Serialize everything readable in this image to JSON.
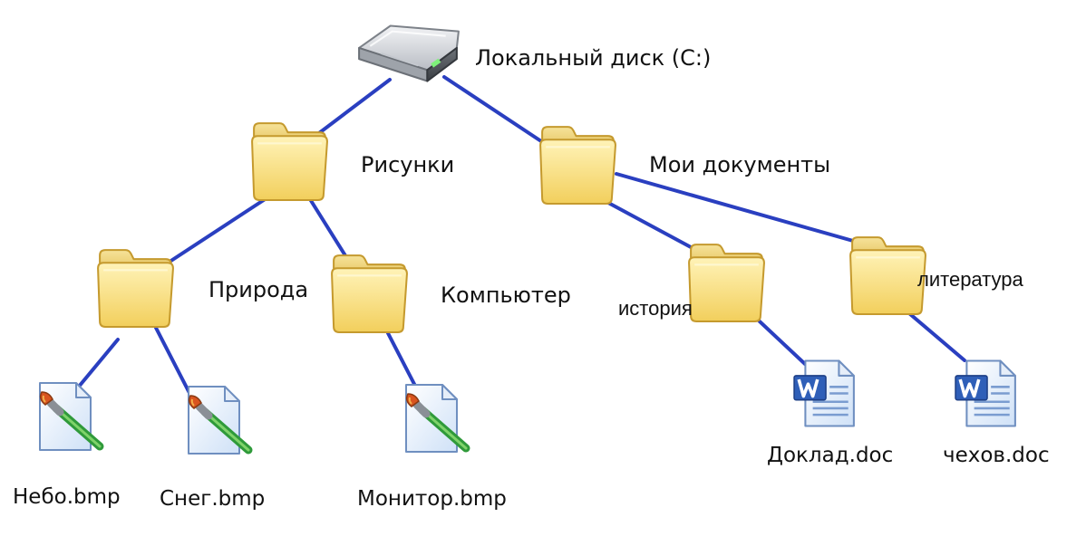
{
  "colors": {
    "connector": "#2a3fc0",
    "folder_fill": "#f7dc7e",
    "folder_stroke": "#c9a23a",
    "drive_body": "#c9ccd2"
  },
  "root": {
    "label": "Локальный диск (C:)",
    "icon": "hard-drive-icon"
  },
  "folders": {
    "pictures": {
      "label": "Рисунки",
      "icon": "folder-icon"
    },
    "documents": {
      "label": "Мои документы",
      "icon": "folder-icon"
    },
    "nature": {
      "label": "Природа",
      "icon": "folder-icon"
    },
    "computer": {
      "label": "Компьютер",
      "icon": "folder-icon"
    },
    "history": {
      "label": "история",
      "icon": "folder-icon"
    },
    "literature": {
      "label": "литература",
      "icon": "folder-icon"
    }
  },
  "files": {
    "sky": {
      "label": "Небо.bmp",
      "icon": "paint-file-icon"
    },
    "snow": {
      "label": "Снег.bmp",
      "icon": "paint-file-icon"
    },
    "monitor": {
      "label": "Монитор.bmp",
      "icon": "paint-file-icon"
    },
    "report": {
      "label": "Доклад.doc",
      "icon": "word-document-icon"
    },
    "chekhov": {
      "label": "чехов.doc",
      "icon": "word-document-icon"
    }
  }
}
